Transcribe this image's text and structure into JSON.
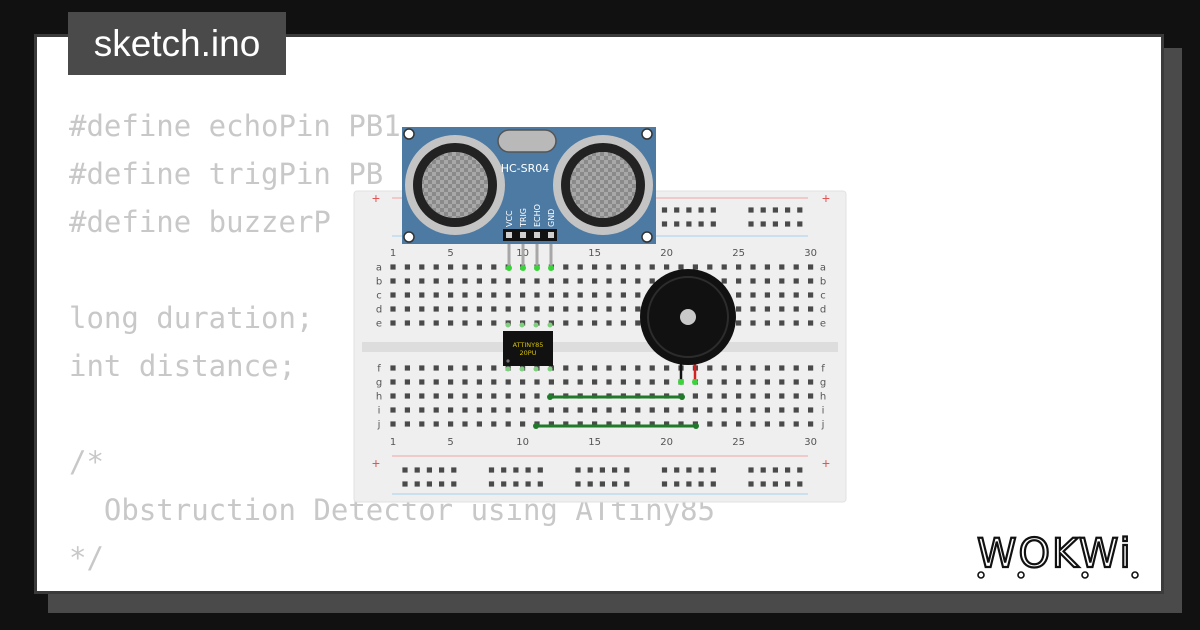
{
  "header": {
    "filename": "sketch.ino"
  },
  "code_lines": [
    "#define echoPin PB1",
    "#define trigPin PB",
    "#define buzzerP",
    "",
    "long duration;",
    "int distance;",
    "",
    "/*",
    "  Obstruction Detector using ATtiny85",
    "*/"
  ],
  "sensor": {
    "name": "HC-SR04",
    "pins": [
      "VCC",
      "TRIG",
      "ECHO",
      "GND"
    ]
  },
  "chip": {
    "line1": "ATTINY85",
    "line2": "20PU"
  },
  "breadboard": {
    "column_labels": [
      "1",
      "5",
      "10",
      "15",
      "20",
      "25",
      "30"
    ],
    "rows_top": [
      "a",
      "b",
      "c",
      "d",
      "e"
    ],
    "rows_bottom": [
      "f",
      "g",
      "h",
      "i",
      "j"
    ],
    "rail_plus": "+",
    "rail_minus": "-"
  },
  "brand": {
    "logo_text": "WOKWi"
  },
  "colors": {
    "background": "#111111",
    "card": "#ffffff",
    "code_text": "#c8c8c8",
    "tab": "#4a4a4a",
    "breadboard": "#efefef",
    "sensor_board": "#4d7aa3",
    "wire_green": "#1f7a2a",
    "chip": "#111111",
    "chip_text": "#d6c000"
  }
}
